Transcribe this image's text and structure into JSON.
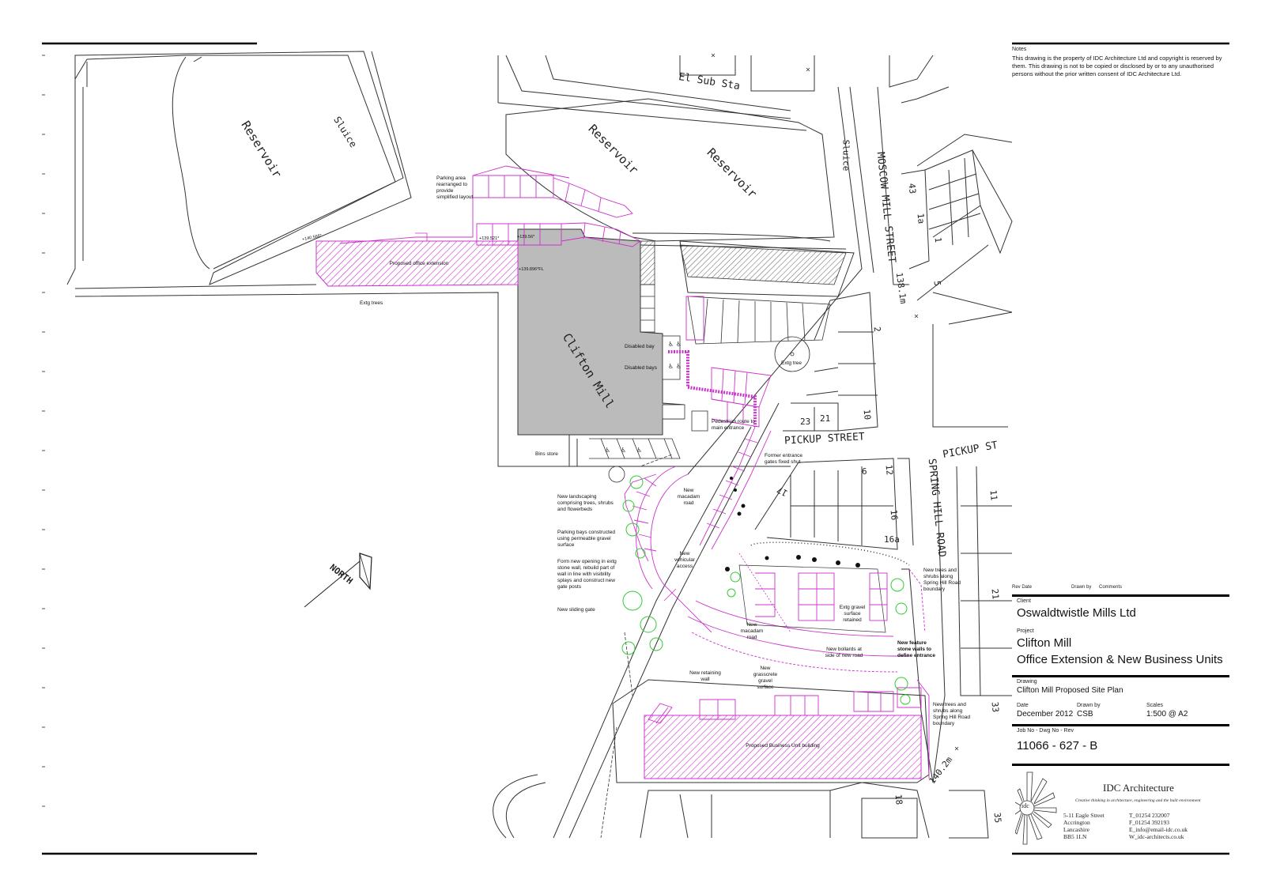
{
  "labels": {
    "el_sub_sta": "El Sub Sta",
    "reservoir": "Reservoir",
    "sluice": "Sluice",
    "moscow_mill_street": "MOSCOW MILL STREET",
    "pickup_street": "PICKUP STREET",
    "pickup_st": "PICKUP ST",
    "spring_hill_road": "SPRING HILL ROAD",
    "clifton_mill": "Clifton Mill",
    "north": "NORTH",
    "bm_138": "138.1m",
    "bm_140": "140.2m",
    "parking_area": "Parking area rearranged to provide simplified layout",
    "proposed_office": "Proposed office extension",
    "extg_trees": "Extg trees",
    "disabled_bay": "Disabled bay",
    "disabled_bays": "Disabled bays",
    "extg_tree": "Extg tree",
    "pedestrian_route": "Pedestrian route to main entrance",
    "bins_store": "Bins store",
    "former_gates": "Former entrance gates fixed shut",
    "new_landscaping": "New landscaping comprising trees, shrubs and flowerbeds",
    "new_macadam_road_1": "New macadam road",
    "parking_bays": "Parking bays constructed using permeable gravel surface",
    "new_vehicular": "New vehicular access",
    "form_opening": "Form new opening in extg stone wall, rebuild part of wall in line with visibility splays and construct new gate posts",
    "new_sliding_gate": "New sliding gate",
    "new_trees_1": "New trees and shrubs along Spring Hill Road boundary",
    "extg_gravel": "Extg gravel surface retained",
    "new_macadam_road_2": "New macadam road",
    "new_feature_walls": "New feature stone walls to define entrance",
    "new_bollards": "New bollards at side of new road",
    "new_retaining": "New retaining wall",
    "new_grasscrete": "New grasscrete gravel surface",
    "new_trees_2": "New trees and shrubs along Spring Hill Road boundary",
    "proposed_business": "Proposed Business Unit building",
    "lvl_1": "+140.566*",
    "lvl_2": "+139.521*",
    "lvl_3": "+139.56*",
    "lvl_4": "+139.896*FL"
  },
  "house_numbers": [
    "43",
    "1a",
    "1",
    "5",
    "2",
    "10",
    "23",
    "21",
    "6",
    "12",
    "17",
    "16",
    "16a",
    "11",
    "21",
    "33",
    "18",
    "35"
  ],
  "title_block": {
    "notes_heading": "Notes",
    "notes_text": "This drawing is the property of IDC Architecture Ltd and copyright is reserved by them. This drawing is not to be copied or disclosed by or to any unauthorised persons without the prior written consent of IDC Architecture  Ltd.",
    "rev_header": "Rev   Date",
    "drawn_by_header": "Drawn by",
    "comments_header": "Comments",
    "client_label": "Client",
    "client": "Oswaldtwistle Mills Ltd",
    "project_label": "Project",
    "project_line1": "Clifton Mill",
    "project_line2": "Office Extension & New Business Units",
    "drawing_label": "Drawing",
    "drawing": "Clifton Mill Proposed Site Plan",
    "date_label": "Date",
    "date": "December 2012",
    "drawnby_label": "Drawn by",
    "drawnby": "CSB",
    "scales_label": "Scales",
    "scale": "1:500  @  A2",
    "jobno_label": "Job No - Dwg No - Rev",
    "jobno": "11066 - 627 - B",
    "firm": "IDC Architecture",
    "tagline": "Creative thinking in architecture, engineering and the built environment",
    "logo_text": "idc",
    "address": [
      "5-11 Eagle Street",
      "Accrington",
      "Lancashire",
      "BB5 1LN"
    ],
    "contacts": [
      "T_01254 232007",
      "F_01254 392193",
      "E_info@email-idc.co.uk",
      "W_idc-architects.co.uk"
    ]
  },
  "colors": {
    "proposed": "#cc33cc",
    "building": "#bbbbbb",
    "trees": "#33cc33",
    "linework": "#333333"
  }
}
